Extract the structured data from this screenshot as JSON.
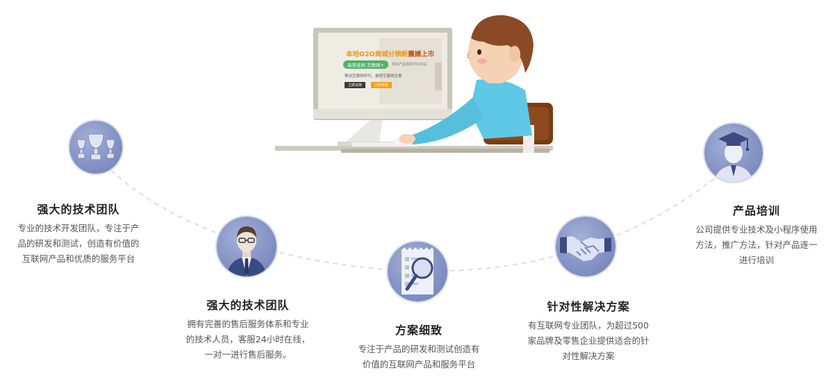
{
  "screen": {
    "headline": "本地O2O商城分销新",
    "headline_accent": "震撼上市",
    "pill": "高美佳网 互联网+",
    "small_note": "领先产品体验尽在本站",
    "subline": "移动互联网时代，赢得互联网生意",
    "btn_dark": "立即试用",
    "btn_orange": "立即体验"
  },
  "features": [
    {
      "title": "强大的技术团队",
      "lines": [
        "专业的技术开发团队，专注于产",
        "品的研发和测试，创造有价值的",
        "互联网产品和优质的服务平台"
      ]
    },
    {
      "title": "强大的技术团队",
      "lines": [
        "拥有完善的售后服务体系和专业",
        "的技术人员，客服24小时在线，",
        "一对一进行售后服务。"
      ]
    },
    {
      "title": "方案细致",
      "lines": [
        "专注于产品的研发和测试创造有",
        "价值的互联网产品和服务平台"
      ]
    },
    {
      "title": "针对性解决方案",
      "lines": [
        "有互联网专业团队，为超过500",
        "家品牌及零售企业提供适合的针",
        "对性解决方案"
      ]
    },
    {
      "title": "产品培训",
      "lines": [
        "公司提供专业技术及小程序使用",
        "方法，推广方法，针对产品逐一",
        "进行培训"
      ]
    }
  ],
  "colors": {
    "circle": "#8593c5",
    "arc": "#dddddd",
    "title": "#222222",
    "text": "#555555",
    "shirt": "#5ec8e6",
    "hair": "#8b4a25",
    "chair": "#7a3d12"
  },
  "icons": [
    "trophy-icon",
    "businessman-icon",
    "magnifier-document-icon",
    "handshake-icon",
    "graduate-icon"
  ]
}
